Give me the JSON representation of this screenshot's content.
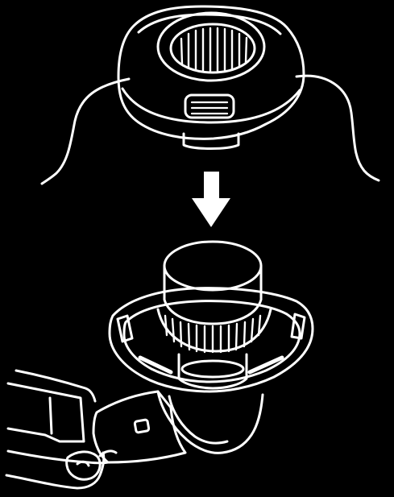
{
  "figure": {
    "background_color": "#000000",
    "line_color": "#ffffff",
    "parts": {
      "upper_part": "trimmer-head",
      "arrow_direction": "down",
      "lower_part": "spool-housing-on-trimmer-shaft"
    }
  }
}
